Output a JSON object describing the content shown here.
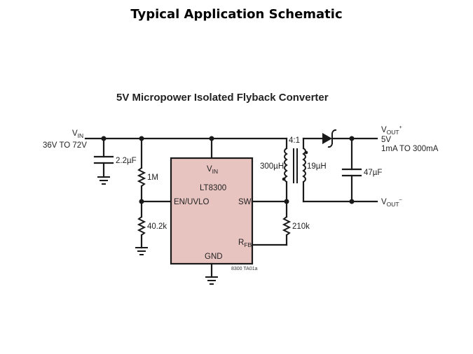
{
  "slide": {
    "title": "Typical Application Schematic"
  },
  "schematic": {
    "heading": "5V Micropower Isolated Flyback Converter",
    "figure_code": "8300 TA01a",
    "input": {
      "label_main": "V",
      "label_sub": "IN",
      "range": "36V TO 72V"
    },
    "components": {
      "c_in": "2.2µF",
      "r_top": "1M",
      "r_bottom": "40.2k",
      "r_fb": "210k",
      "transformer_ratio": "4:1",
      "primary": "300µH",
      "secondary": "19µH",
      "c_out": "47µF"
    },
    "ic": {
      "part": "LT8300",
      "pins": {
        "vin_main": "V",
        "vin_sub": "IN",
        "en": "EN/UVLO",
        "sw": "SW",
        "rfb_main": "R",
        "rfb_sub": "FB",
        "gnd": "GND"
      },
      "body_color": "#e8c4c0"
    },
    "output": {
      "pos_main": "V",
      "pos_sub": "OUT",
      "pos_sup": "+",
      "voltage": "5V",
      "current": "1mA TO 300mA",
      "neg_main": "V",
      "neg_sub": "OUT",
      "neg_sup": "–"
    }
  }
}
